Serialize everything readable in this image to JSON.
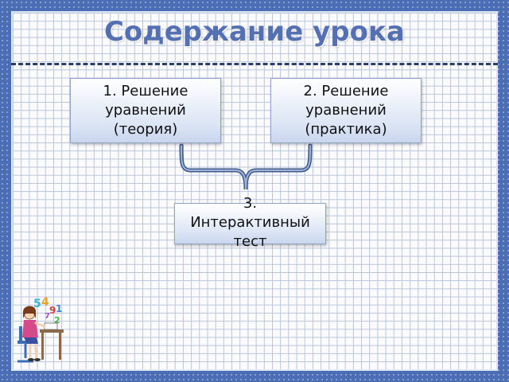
{
  "slide": {
    "title": "Содержание урока",
    "items": [
      {
        "label": "1. Решение\nуравнений\n(теория)"
      },
      {
        "label": "2. Решение\nуравнений\n(практика)"
      },
      {
        "label": "3.\nИнтерактивный\nтест"
      }
    ]
  },
  "colors": {
    "frame": "#4a6db4",
    "title": "#5470b3",
    "connector": "#4a6596",
    "box_border": "#8fa3c9"
  },
  "icons": [
    "girl-with-numbers-illustration"
  ]
}
